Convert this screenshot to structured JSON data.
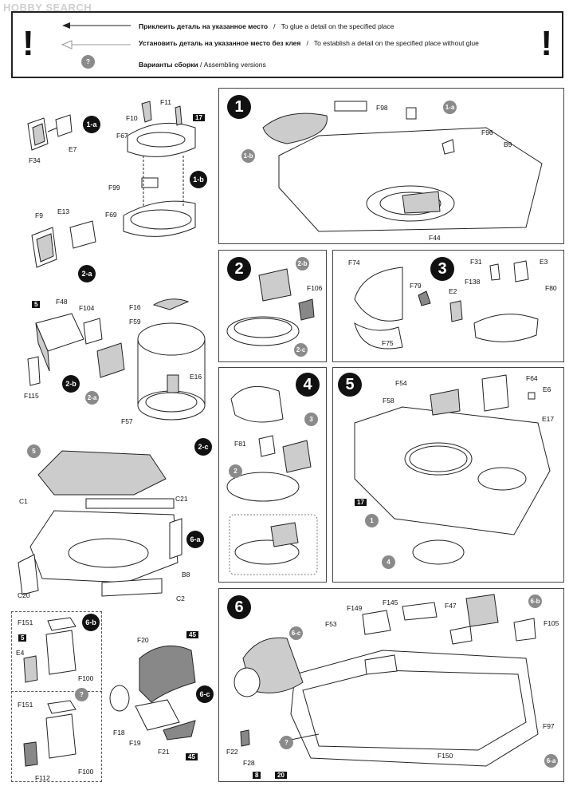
{
  "watermark": "HOBBY SEARCH",
  "legend": {
    "bang": "!",
    "glue_ru": "Приклеить деталь на указанное место",
    "glue_en": "To glue a detail on the specified place",
    "noglue_ru": "Установить деталь на указанное место без клея",
    "noglue_en": "To establish a detail on the specified place without glue",
    "versions_ru": "Варианты сборки",
    "versions_en": "Assembling versions",
    "sep": "/",
    "q": "?"
  },
  "steps": {
    "s1": "1",
    "s2": "2",
    "s3": "3",
    "s4": "4",
    "s5": "5",
    "s6": "6"
  },
  "subs": {
    "a1": "1-a",
    "b1": "1-b",
    "a2": "2-a",
    "b2": "2-b",
    "c2": "2-c",
    "a6": "6-a",
    "b6": "6-b",
    "c6": "6-c",
    "r1": "1",
    "r2": "2",
    "r3": "3",
    "r4": "4",
    "r5": "5"
  },
  "flags": {
    "f5": "5",
    "f8": "8",
    "f17": "17",
    "f20": "20",
    "f45": "45"
  },
  "parts": {
    "F34": "F34",
    "E7": "E7",
    "F11": "F11",
    "F10": "F10",
    "F67": "F67",
    "F99": "F99",
    "F69": "F69",
    "F9": "F9",
    "E13": "E13",
    "F48": "F48",
    "F104": "F104",
    "F115": "F115",
    "F16": "F16",
    "F59": "F59",
    "E16": "E16",
    "F57": "F57",
    "C1": "C1",
    "C21": "C21",
    "C20": "C20",
    "B8": "B8",
    "C2": "C2",
    "F151": "F151",
    "E4": "E4",
    "F100": "F100",
    "F112": "F112",
    "F20": "F20",
    "F18": "F18",
    "F19": "F19",
    "F21": "F21",
    "F98": "F98",
    "F96": "F96",
    "B9": "B9",
    "F44": "F44",
    "F106": "F106",
    "F74": "F74",
    "F79": "F79",
    "F75": "F75",
    "F31": "F31",
    "E3": "E3",
    "F138": "F138",
    "E2": "E2",
    "F80": "F80",
    "F81": "F81",
    "F54": "F54",
    "F58": "F58",
    "F64": "F64",
    "E6": "E6",
    "E17": "E17",
    "F149": "F149",
    "F145": "F145",
    "F53": "F53",
    "F47": "F47",
    "F105": "F105",
    "F97": "F97",
    "F150": "F150",
    "F22": "F22",
    "F28": "F28"
  }
}
